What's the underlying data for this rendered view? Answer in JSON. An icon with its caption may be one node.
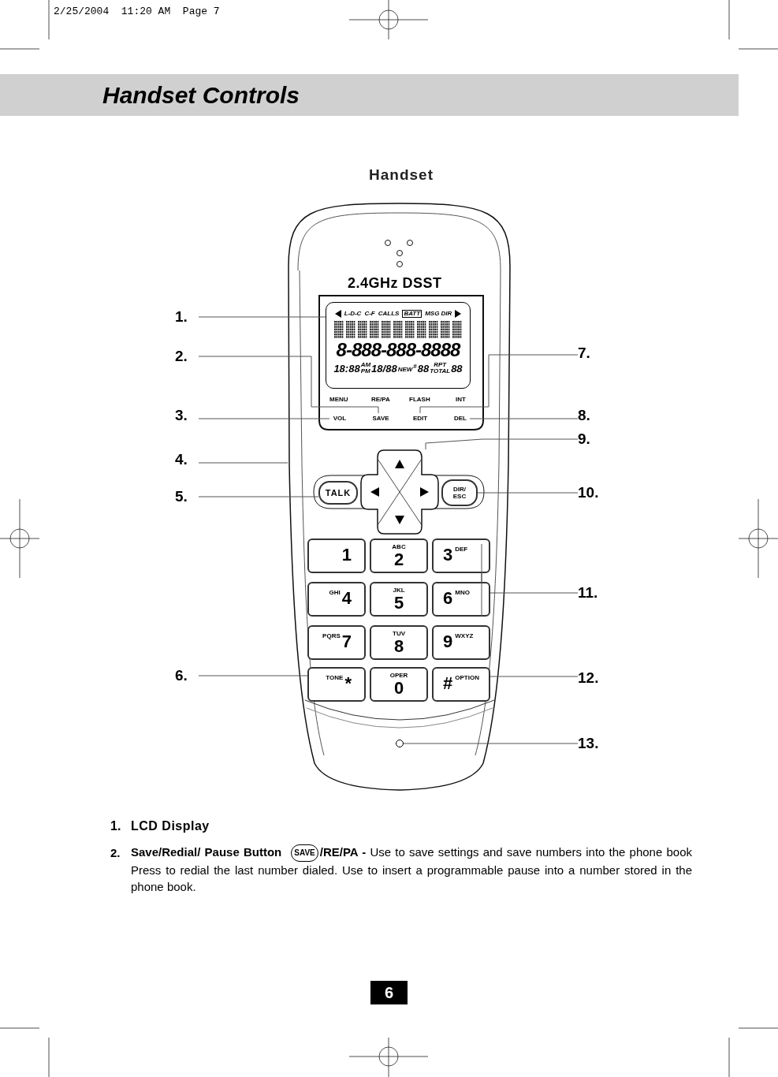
{
  "diagram": {
    "title": "Handset Controls",
    "nodes": [
      {
        "text": [
          "Handset",
          "2.4GHz DSST"
        ]
      },
      {
        "text": [
          "L-D-C",
          "C-F",
          "CALLS",
          "BATT",
          "MSG DIR",
          "8-888-888-8888",
          "18:88",
          "AM PM",
          "18/88",
          "NEW",
          "#",
          "88",
          "RPT TOTAL",
          "88"
        ],
        "in": 0
      },
      {
        "text": [
          "VOL"
        ],
        "in": 0
      },
      {
        "text": [
          "SAVE"
        ],
        "in": 0
      },
      {
        "text": [
          "EDIT"
        ],
        "in": 0
      },
      {
        "text": [
          "DEL"
        ],
        "in": 0
      },
      {
        "text": [
          "TALK"
        ],
        "in": 0
      },
      {
        "text": [],
        "shape": "box",
        "in": 0
      },
      {
        "text": [
          "DIR/ ESC"
        ],
        "in": 0
      },
      {
        "text": [
          "1"
        ],
        "in": 0
      },
      {
        "text": [
          "ABC",
          "2"
        ],
        "in": 0
      },
      {
        "text": [
          "3",
          "DEF"
        ],
        "in": 0
      },
      {
        "text": [
          "GHI",
          "4"
        ],
        "in": 0
      },
      {
        "text": [
          "JKL",
          "5"
        ],
        "in": 0
      },
      {
        "text": [
          "6",
          "MNO"
        ],
        "in": 0
      },
      {
        "text": [
          "PQRS",
          "7"
        ],
        "in": 0
      },
      {
        "text": [
          "TUV",
          "8"
        ],
        "in": 0
      },
      {
        "text": [
          "9",
          "WXYZ"
        ],
        "in": 0
      },
      {
        "text": [
          "TONE",
          "*"
        ],
        "in": 0
      },
      {
        "text": [
          "OPER",
          "0"
        ],
        "in": 0
      },
      {
        "text": [
          "#",
          "OPTION"
        ],
        "in": 0
      },
      {
        "text": [],
        "shape": "circle",
        "in": 0
      },
      {
        "text": [
          "1."
        ]
      },
      {
        "text": [
          "2."
        ]
      },
      {
        "text": [
          "3."
        ]
      },
      {
        "text": [
          "4."
        ]
      },
      {
        "text": [
          "5."
        ]
      },
      {
        "text": [
          "6."
        ]
      },
      {
        "text": [
          "7."
        ]
      },
      {
        "text": [
          "8."
        ]
      },
      {
        "text": [
          "9."
        ]
      },
      {
        "text": [
          "10."
        ]
      },
      {
        "text": [
          "11."
        ]
      },
      {
        "text": [
          "12."
        ]
      },
      {
        "text": [
          "13."
        ]
      }
    ],
    "edges": [
      {
        "from": 22,
        "to": 1,
        "arrow": "none"
      },
      {
        "from": 23,
        "to": 3,
        "arrow": "none"
      },
      {
        "from": 24,
        "to": 2,
        "arrow": "none"
      },
      {
        "from": 25,
        "to": 0,
        "arrow": "none"
      },
      {
        "from": 26,
        "to": 6,
        "arrow": "none"
      },
      {
        "from": 27,
        "to": 18,
        "arrow": "none"
      },
      {
        "from": 28,
        "to": 4,
        "arrow": "none"
      },
      {
        "from": 29,
        "to": 5,
        "arrow": "none"
      },
      {
        "from": 30,
        "to": 7,
        "arrow": "none"
      },
      {
        "from": 31,
        "to": 8,
        "arrow": "none"
      },
      {
        "from": 32,
        "to": 14,
        "arrow": "none"
      },
      {
        "from": 33,
        "to": 20,
        "arrow": "none"
      },
      {
        "from": 34,
        "to": 21,
        "arrow": "none"
      }
    ],
    "labels": [
      "2/25/2004  11:20 AM  Page 7",
      "MENU",
      "RE/PA",
      "FLASH",
      "INT",
      "1.",
      "LCD Display",
      "2.",
      "Save/Redial/ Pause Button",
      "SAVE",
      "**/RE/PA -** Use to save settings and save numbers into the phone book Press to redial the last number dialed. Use to insert a programmable pause into a number stored in the phone book.",
      "6"
    ]
  }
}
